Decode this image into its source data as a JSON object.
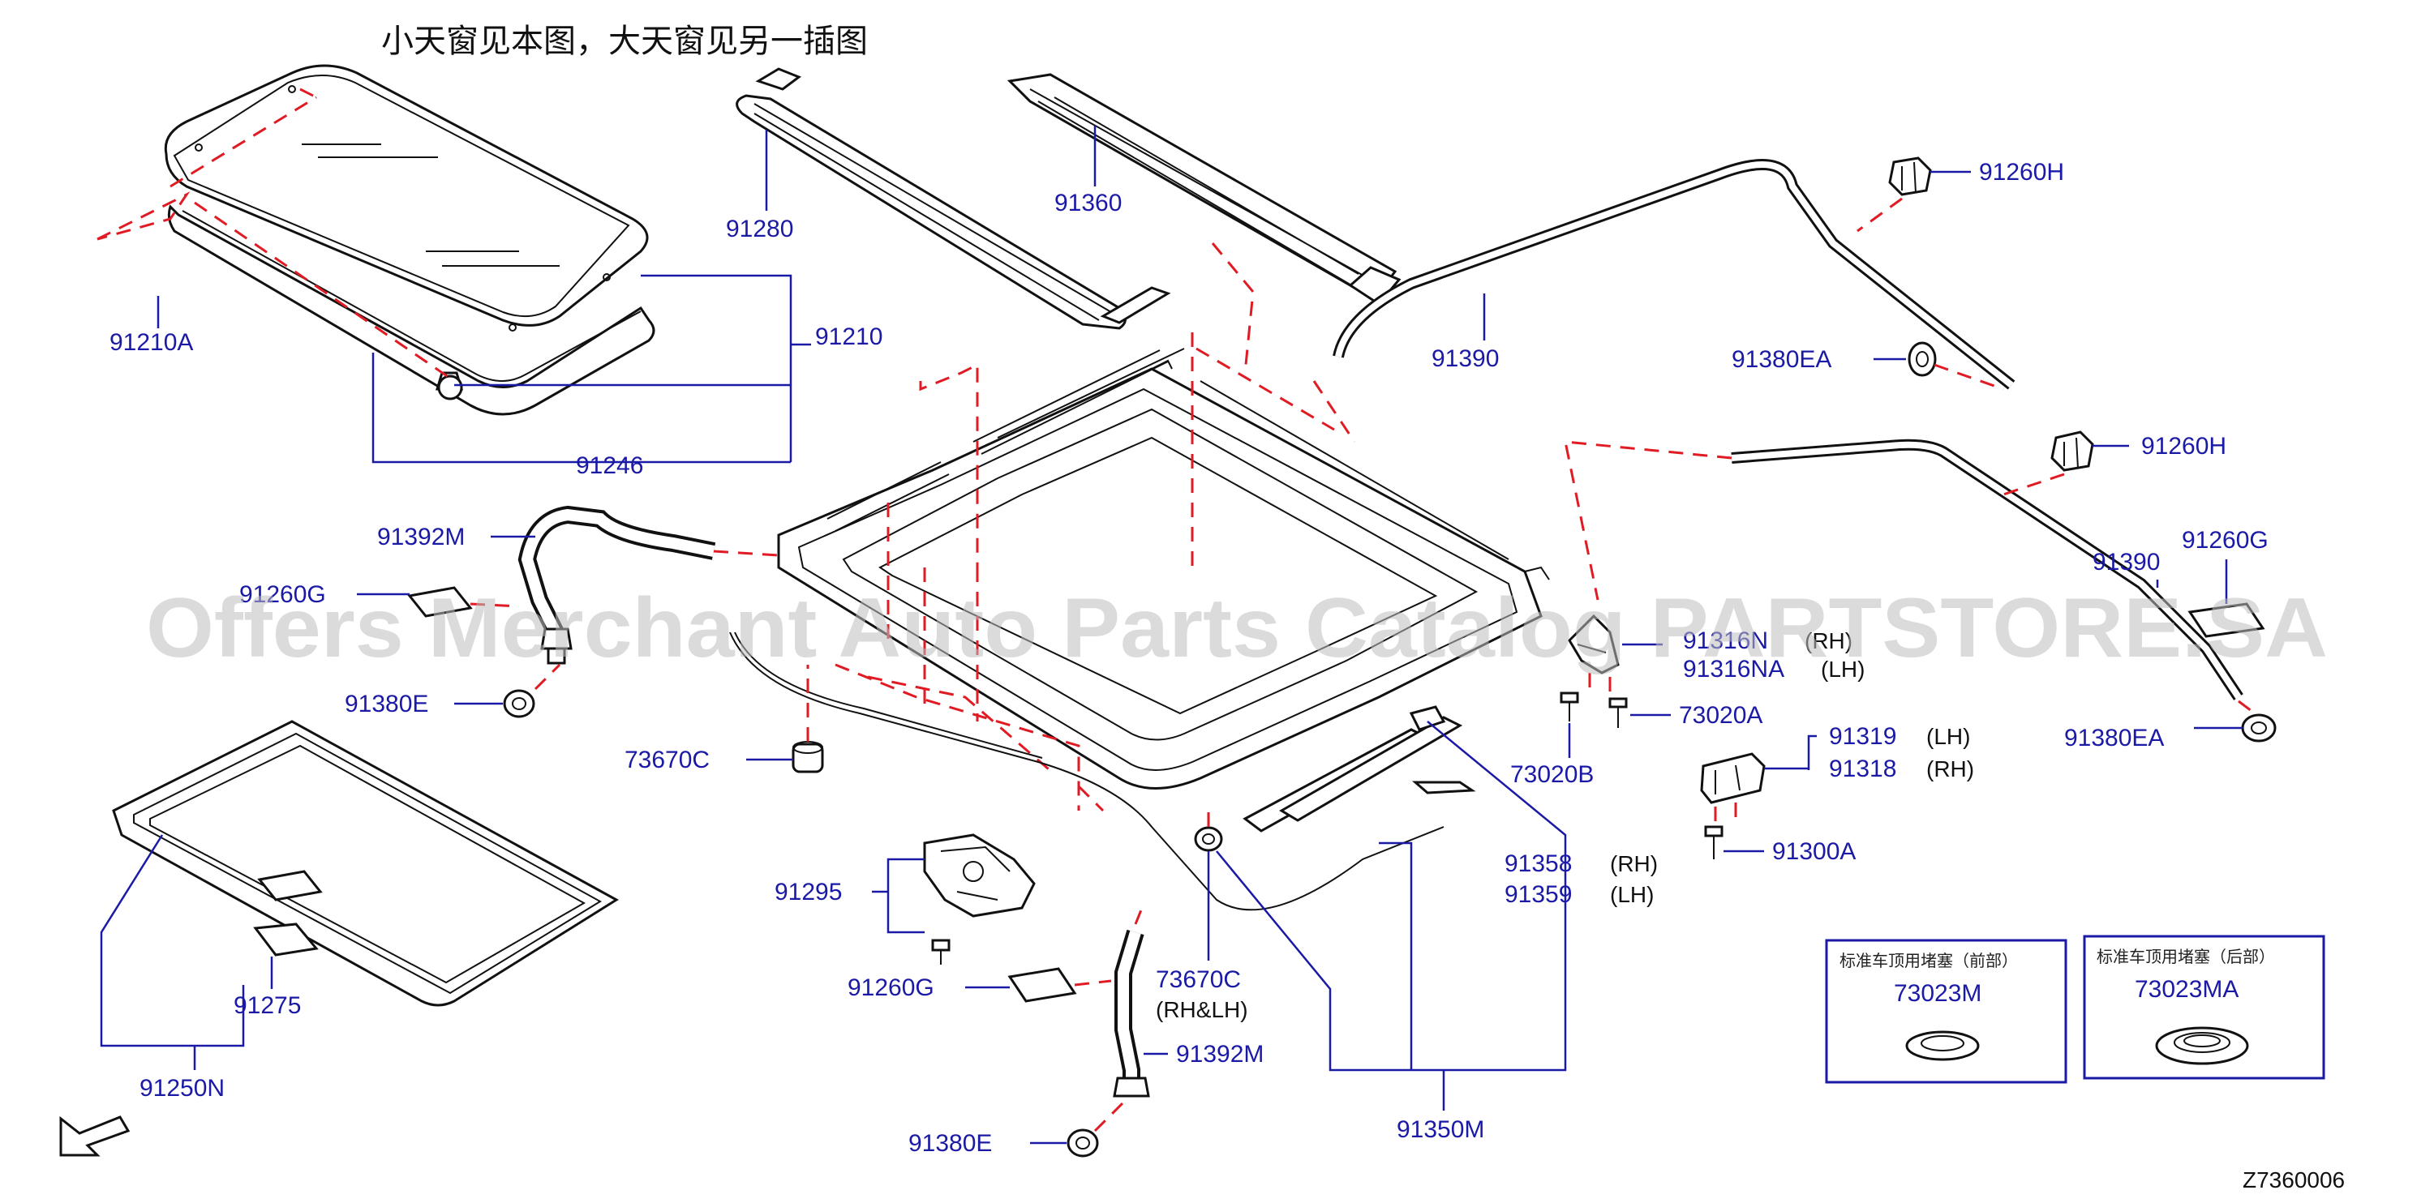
{
  "header_note": "小天窗见本图，大天窗见另一插图",
  "watermark": "Offers Merchant Auto Parts Catalog PARTSTORE.SA",
  "diagram_code": "Z7360006",
  "colors": {
    "label": "#1a1aa6",
    "dashed_guide": "#e01b24",
    "outline": "#111111",
    "watermark": "#bdbdbd"
  },
  "labels": {
    "p91210A": "91210A",
    "p91210": "91210",
    "p91246": "91246",
    "p91280": "91280",
    "p91360": "91360",
    "p91390_top": "91390",
    "p91260H_1": "91260H",
    "p91380EA_1": "91380EA",
    "p91260H_2": "91260H",
    "p91390_right": "91390",
    "p91260G_right": "91260G",
    "p91380EA_2": "91380EA",
    "p91392M_1": "91392M",
    "p91260G_left": "91260G",
    "p91380E_1": "91380E",
    "p73670C_1": "73670C",
    "p91316N": "91316N",
    "p91316NA": "91316NA",
    "p73020A": "73020A",
    "p73020B": "73020B",
    "p91319": "91319",
    "p91318": "91318",
    "p91300A": "91300A",
    "p91295": "91295",
    "p91260G_bottom": "91260G",
    "p73670C_2": "73670C",
    "p91392M_2": "91392M",
    "p91380E_2": "91380E",
    "p91358": "91358",
    "p91359": "91359",
    "p91350M": "91350M",
    "p91275": "91275",
    "p91250N": "91250N"
  },
  "qualifiers": {
    "rh_91316N": "(RH)",
    "lh_91316NA": "(LH)",
    "lh_91319": "(LH)",
    "rh_91318": "(RH)",
    "rh_91358": "(RH)",
    "lh_91359": "(LH)",
    "rhlh_73670C": "(RH&LH)"
  },
  "insets": [
    {
      "caption": "标准车顶用堵塞（前部）",
      "part": "73023M"
    },
    {
      "caption": "标准车顶用堵塞（后部）",
      "part": "73023MA"
    }
  ],
  "icons": {
    "front_direction": "arrow-down-left-icon"
  }
}
